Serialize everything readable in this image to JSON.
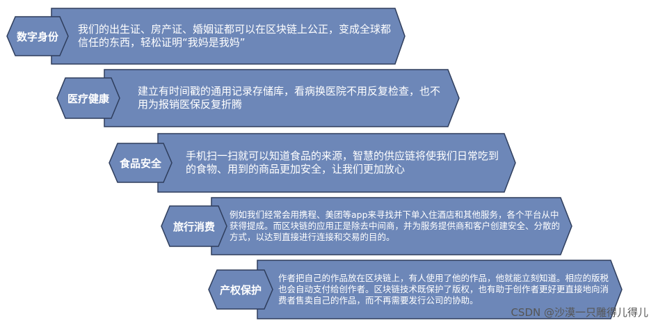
{
  "colors": {
    "fill": "#6d87b8",
    "stroke": "#2e3d5c",
    "text": "#ffffff"
  },
  "items": [
    {
      "label": "数字身份",
      "text": "我们的出生证、房产证、婚姻证都可以在区块链上公正，变成全球都信任的东西，轻松证明“我妈是我妈”"
    },
    {
      "label": "医疗健康",
      "text": "建立有时间戳的通用记录存储库，看病换医院不用反复检查，也不用为报销医保反复折腾"
    },
    {
      "label": "食品安全",
      "text": "手机扫一扫就可以知道食品的来源，智慧的供应链将使我们日常吃到的食物、用到的商品更加安全，让我们更加放心"
    },
    {
      "label": "旅行消费",
      "text": "例如我们经常会用携程、美团等app来寻找并下单入住酒店和其他服务，各个平台从中获得提成。而区块链的应用正是除去中间商，并为服务提供商和客户创建安全、分散的方式，以达到直接进行连接和交易的目的。"
    },
    {
      "label": "产权保护",
      "text": "作者把自己的作品放在区块链上，有人使用了他的作品，他就能立刻知道。相应的版税也会自动支付给创作者。区块链技术既保护了版权，也有助于创作者更好更直接地向消费者售卖自己的作品，而不再需要发行公司的协助。"
    }
  ],
  "watermark": "CSDN @沙漠一只雕得儿得儿"
}
